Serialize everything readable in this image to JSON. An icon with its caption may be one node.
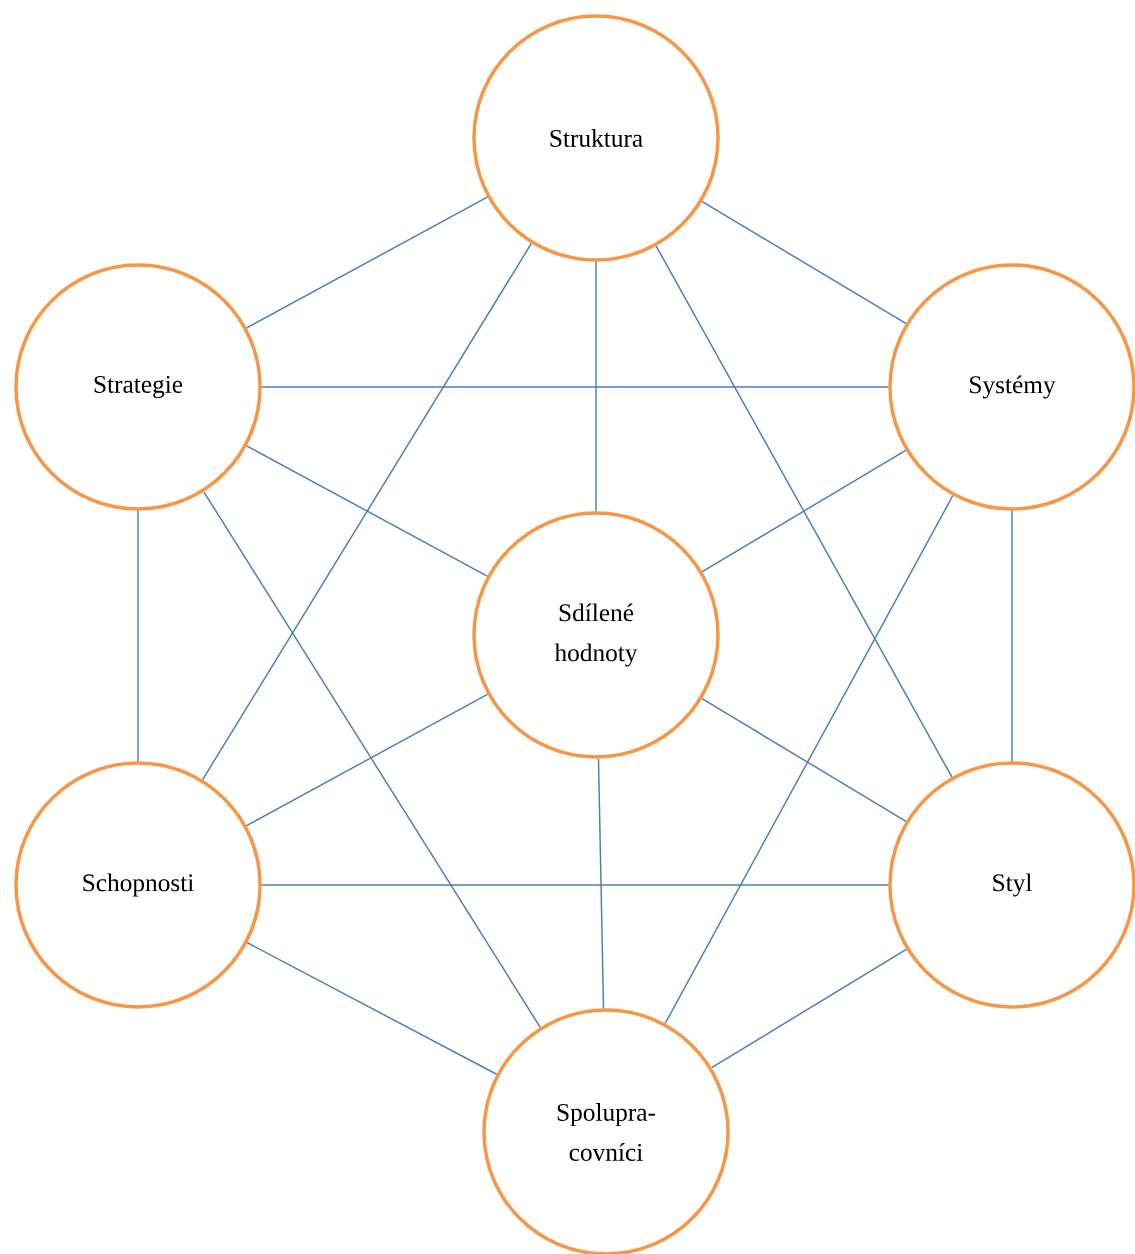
{
  "diagram": {
    "nodes": [
      {
        "text": [
          "Struktura"
        ]
      },
      {
        "text": [
          "Strategie"
        ]
      },
      {
        "text": [
          "Systémy"
        ]
      },
      {
        "text": [
          "Sdílené hodnoty"
        ]
      },
      {
        "text": [
          "Schopnosti"
        ]
      },
      {
        "text": [
          "Styl"
        ]
      },
      {
        "text": [
          "Spolupra-covníci"
        ]
      }
    ],
    "edges": [
      {
        "from": 0,
        "to": 1,
        "arrow": "none"
      },
      {
        "from": 0,
        "to": 2,
        "arrow": "none"
      },
      {
        "from": 0,
        "to": 3,
        "arrow": "none"
      },
      {
        "from": 0,
        "to": 4,
        "arrow": "none"
      },
      {
        "from": 0,
        "to": 5,
        "arrow": "none"
      },
      {
        "from": 1,
        "to": 2,
        "arrow": "none"
      },
      {
        "from": 1,
        "to": 3,
        "arrow": "none"
      },
      {
        "from": 1,
        "to": 4,
        "arrow": "none"
      },
      {
        "from": 1,
        "to": 6,
        "arrow": "none"
      },
      {
        "from": 2,
        "to": 3,
        "arrow": "none"
      },
      {
        "from": 2,
        "to": 5,
        "arrow": "none"
      },
      {
        "from": 2,
        "to": 6,
        "arrow": "none"
      },
      {
        "from": 3,
        "to": 4,
        "arrow": "none"
      },
      {
        "from": 3,
        "to": 5,
        "arrow": "none"
      },
      {
        "from": 3,
        "to": 6,
        "arrow": "none"
      },
      {
        "from": 4,
        "to": 5,
        "arrow": "none"
      },
      {
        "from": 4,
        "to": 6,
        "arrow": "none"
      },
      {
        "from": 5,
        "to": 6,
        "arrow": "none"
      }
    ]
  }
}
